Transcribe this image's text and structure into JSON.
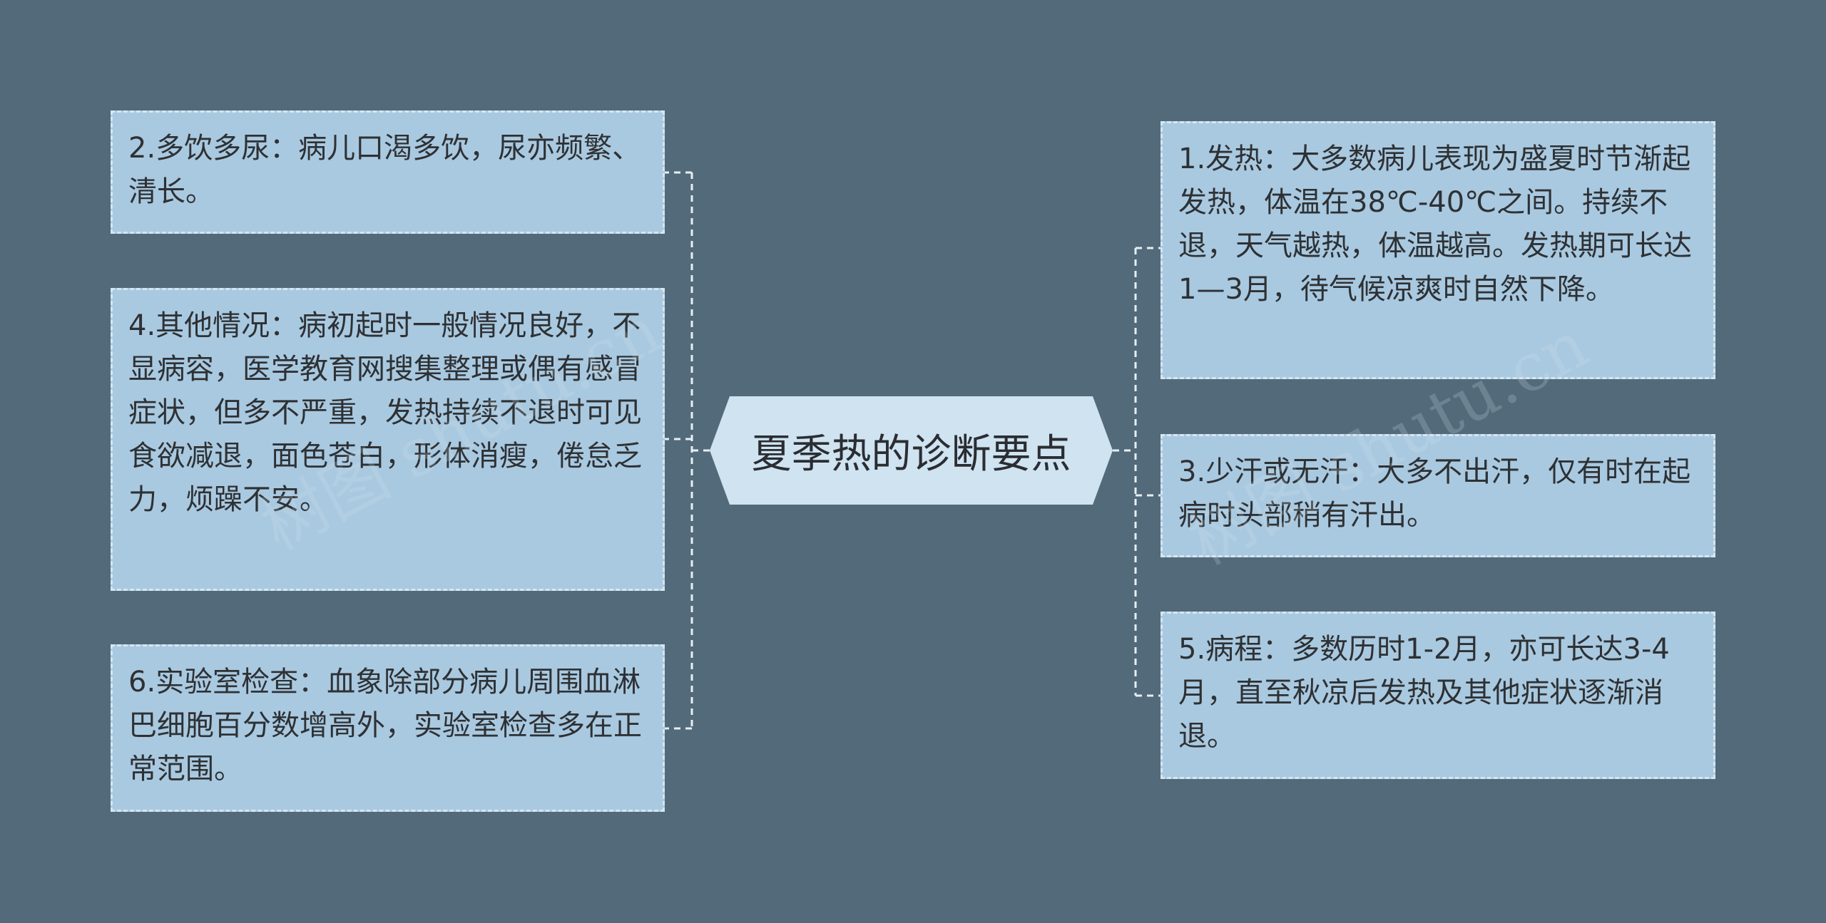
{
  "center": {
    "title": "夏季热的诊断要点"
  },
  "left_nodes": [
    {
      "text": "2.多饮多尿：病儿口渴多饮，尿亦频繁、清长。"
    },
    {
      "text": "4.其他情况：病初起时一般情况良好，不显病容，医学教育网搜集整理或偶有感冒症状，但多不严重，发热持续不退时可见食欲减退，面色苍白，形体消瘦，倦怠乏力，烦躁不安。"
    },
    {
      "text": "6.实验室检查：血象除部分病儿周围血淋巴细胞百分数增高外，实验室检查多在正常范围。"
    }
  ],
  "right_nodes": [
    {
      "text": "1.发热：大多数病儿表现为盛夏时节渐起发热，体温在38℃-40℃之间。持续不退，天气越热，体温越高。发热期可长达1—3月，待气候凉爽时自然下降。"
    },
    {
      "text": "3.少汗或无汗：大多不出汗，仅有时在起病时头部稍有汗出。"
    },
    {
      "text": "5.病程：多数历时1-2月，亦可长达3-4月，直至秋凉后发热及其他症状逐渐消退。"
    }
  ],
  "watermarks": [
    "树图 shutu.cn",
    "树图 shutu.cn"
  ],
  "colors": {
    "background": "#526a79",
    "node_fill": "#a9c9e0",
    "node_border": "#d6e6f1",
    "center_fill": "#cfe3f1",
    "connector": "#e6eef4"
  }
}
